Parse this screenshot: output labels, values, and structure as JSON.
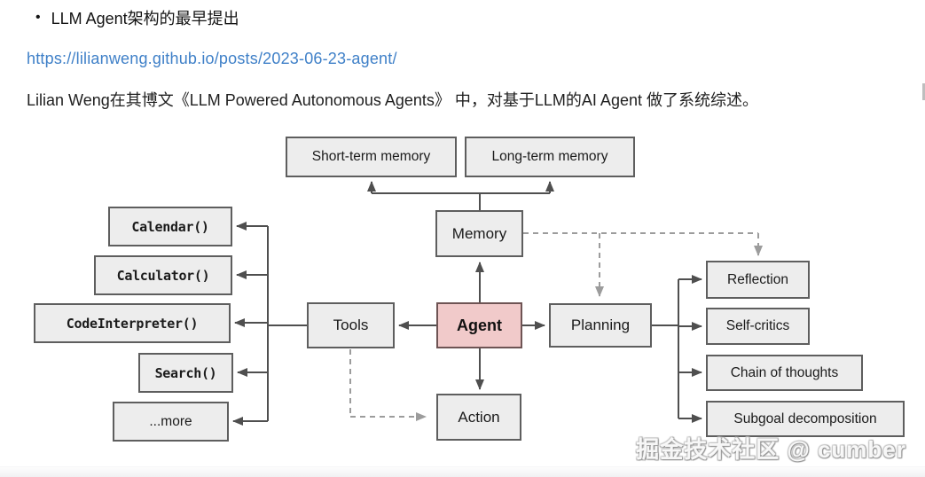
{
  "page": {
    "bullet_marker": "•",
    "bullet_item": "LLM Agent架构的最早提出",
    "link": "https://lilianweng.github.io/posts/2023-06-23-agent/",
    "paragraph": "Lilian Weng在其博文《LLM Powered Autonomous Agents》 中，对基于LLM的AI Agent 做了系统综述。",
    "watermark": "掘金技术社区 @ cumber"
  },
  "colors": {
    "link_blue": "#3f80c8",
    "box_fill": "#ededed",
    "box_border": "#5e5e5e",
    "agent_fill": "#f1caca",
    "agent_border": "#6e5454",
    "solid_connector": "#4f4f4f",
    "dashed_connector": "#9c9c9c"
  },
  "diagram": {
    "nodes": {
      "short_term_memory": "Short-term memory",
      "long_term_memory": "Long-term memory",
      "memory": "Memory",
      "agent": "Agent",
      "tools": "Tools",
      "planning": "Planning",
      "action": "Action",
      "calendar": "Calendar()",
      "calculator": "Calculator()",
      "code_interpreter": "CodeInterpreter()",
      "search": "Search()",
      "more": "...more",
      "reflection": "Reflection",
      "self_critics": "Self-critics",
      "chain_of_thoughts": "Chain of thoughts",
      "subgoal_decomposition": "Subgoal decomposition"
    },
    "edges": [
      {
        "from": "agent",
        "to": "memory",
        "style": "solid"
      },
      {
        "from": "memory",
        "to": "short_term_memory",
        "style": "solid"
      },
      {
        "from": "memory",
        "to": "long_term_memory",
        "style": "solid"
      },
      {
        "from": "agent",
        "to": "tools",
        "style": "solid"
      },
      {
        "from": "agent",
        "to": "planning",
        "style": "solid"
      },
      {
        "from": "agent",
        "to": "action",
        "style": "solid"
      },
      {
        "from": "tools",
        "to": "calendar",
        "style": "solid"
      },
      {
        "from": "tools",
        "to": "calculator",
        "style": "solid"
      },
      {
        "from": "tools",
        "to": "code_interpreter",
        "style": "solid"
      },
      {
        "from": "tools",
        "to": "search",
        "style": "solid"
      },
      {
        "from": "tools",
        "to": "more",
        "style": "solid"
      },
      {
        "from": "planning",
        "to": "reflection",
        "style": "solid"
      },
      {
        "from": "planning",
        "to": "self_critics",
        "style": "solid"
      },
      {
        "from": "planning",
        "to": "chain_of_thoughts",
        "style": "solid"
      },
      {
        "from": "planning",
        "to": "subgoal_decomposition",
        "style": "solid"
      },
      {
        "from": "memory",
        "to": "planning",
        "style": "dashed"
      },
      {
        "from": "memory",
        "to": "reflection",
        "style": "dashed"
      },
      {
        "from": "tools",
        "to": "action",
        "style": "dashed"
      }
    ]
  }
}
